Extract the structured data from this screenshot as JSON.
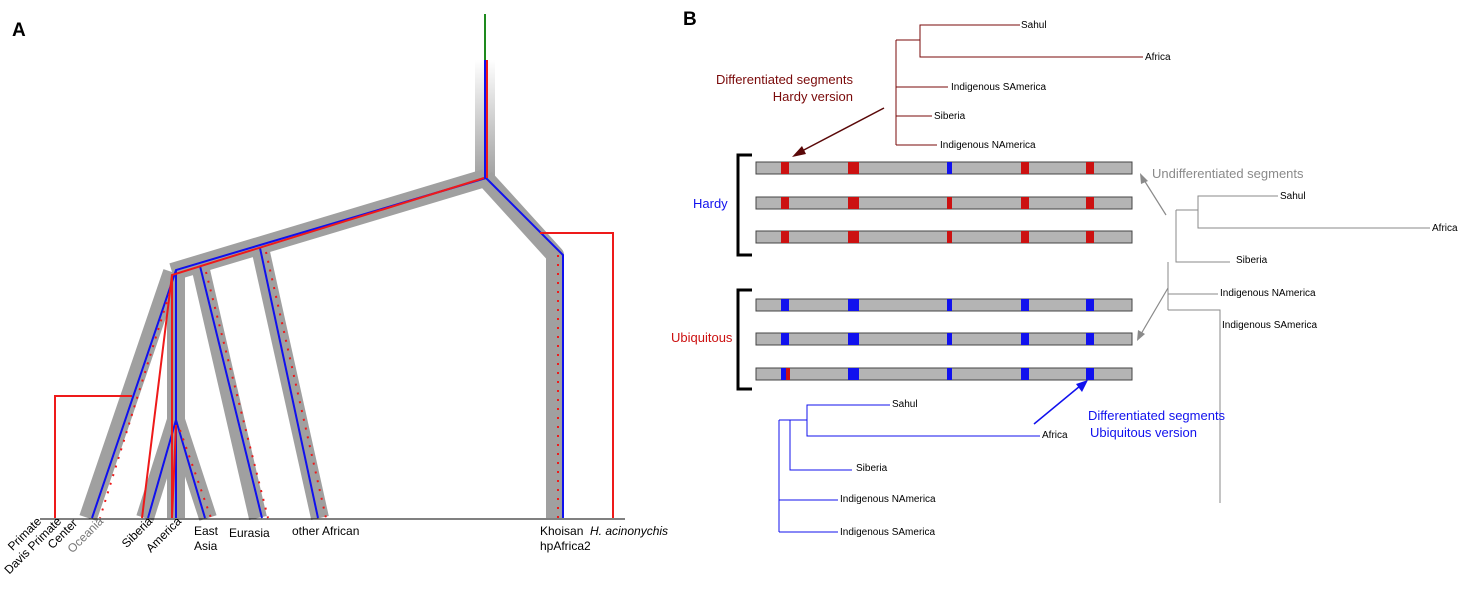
{
  "panel_a": {
    "letter": "A",
    "leaf_labels": {
      "primate_line1": "Primate",
      "primate_line2": "Davis Primate",
      "primate_line3": "Center",
      "oceania": "Oceania",
      "siberia": "Siberia",
      "america": "America",
      "east_asia_line1": "East",
      "east_asia_line2": "Asia",
      "eurasia": "Eurasia",
      "other_african": "other African",
      "khoisan": "Khoisan",
      "hpafrica2": "hpAfrica2",
      "h_acinonychis": "H. acinonychis"
    },
    "colors": {
      "tree": "#a0a0a0",
      "blue": "#1010ee",
      "red": "#ee1a1a",
      "root_green": "#1e8a1e"
    }
  },
  "panel_b": {
    "letter": "B",
    "hardy_label": "Hardy",
    "ubiquitous_label": "Ubiquitous",
    "diff_hardy_line1": "Differentiated segments",
    "diff_hardy_line2": "Hardy version",
    "undiff_label": "Undifferentiated segments",
    "diff_ubiq_line1": "Differentiated segments",
    "diff_ubiq_line2": "Ubiquitous version",
    "tree_red": [
      "Sahul",
      "Africa",
      "Indigenous SAmerica",
      "Siberia",
      "Indigenous NAmerica"
    ],
    "tree_grey": [
      "Sahul",
      "Africa",
      "Siberia",
      "Indigenous NAmerica",
      "Indigenous SAmerica"
    ],
    "tree_blue": [
      "Sahul",
      "Africa",
      "Siberia",
      "Indigenous NAmerica",
      "Indigenous SAmerica"
    ],
    "colors": {
      "dark_red": "#7a0a0a",
      "red": "#cc1111",
      "blue": "#1111ee",
      "grey": "#8a8a8a",
      "bar": "#b4b4b4"
    }
  }
}
